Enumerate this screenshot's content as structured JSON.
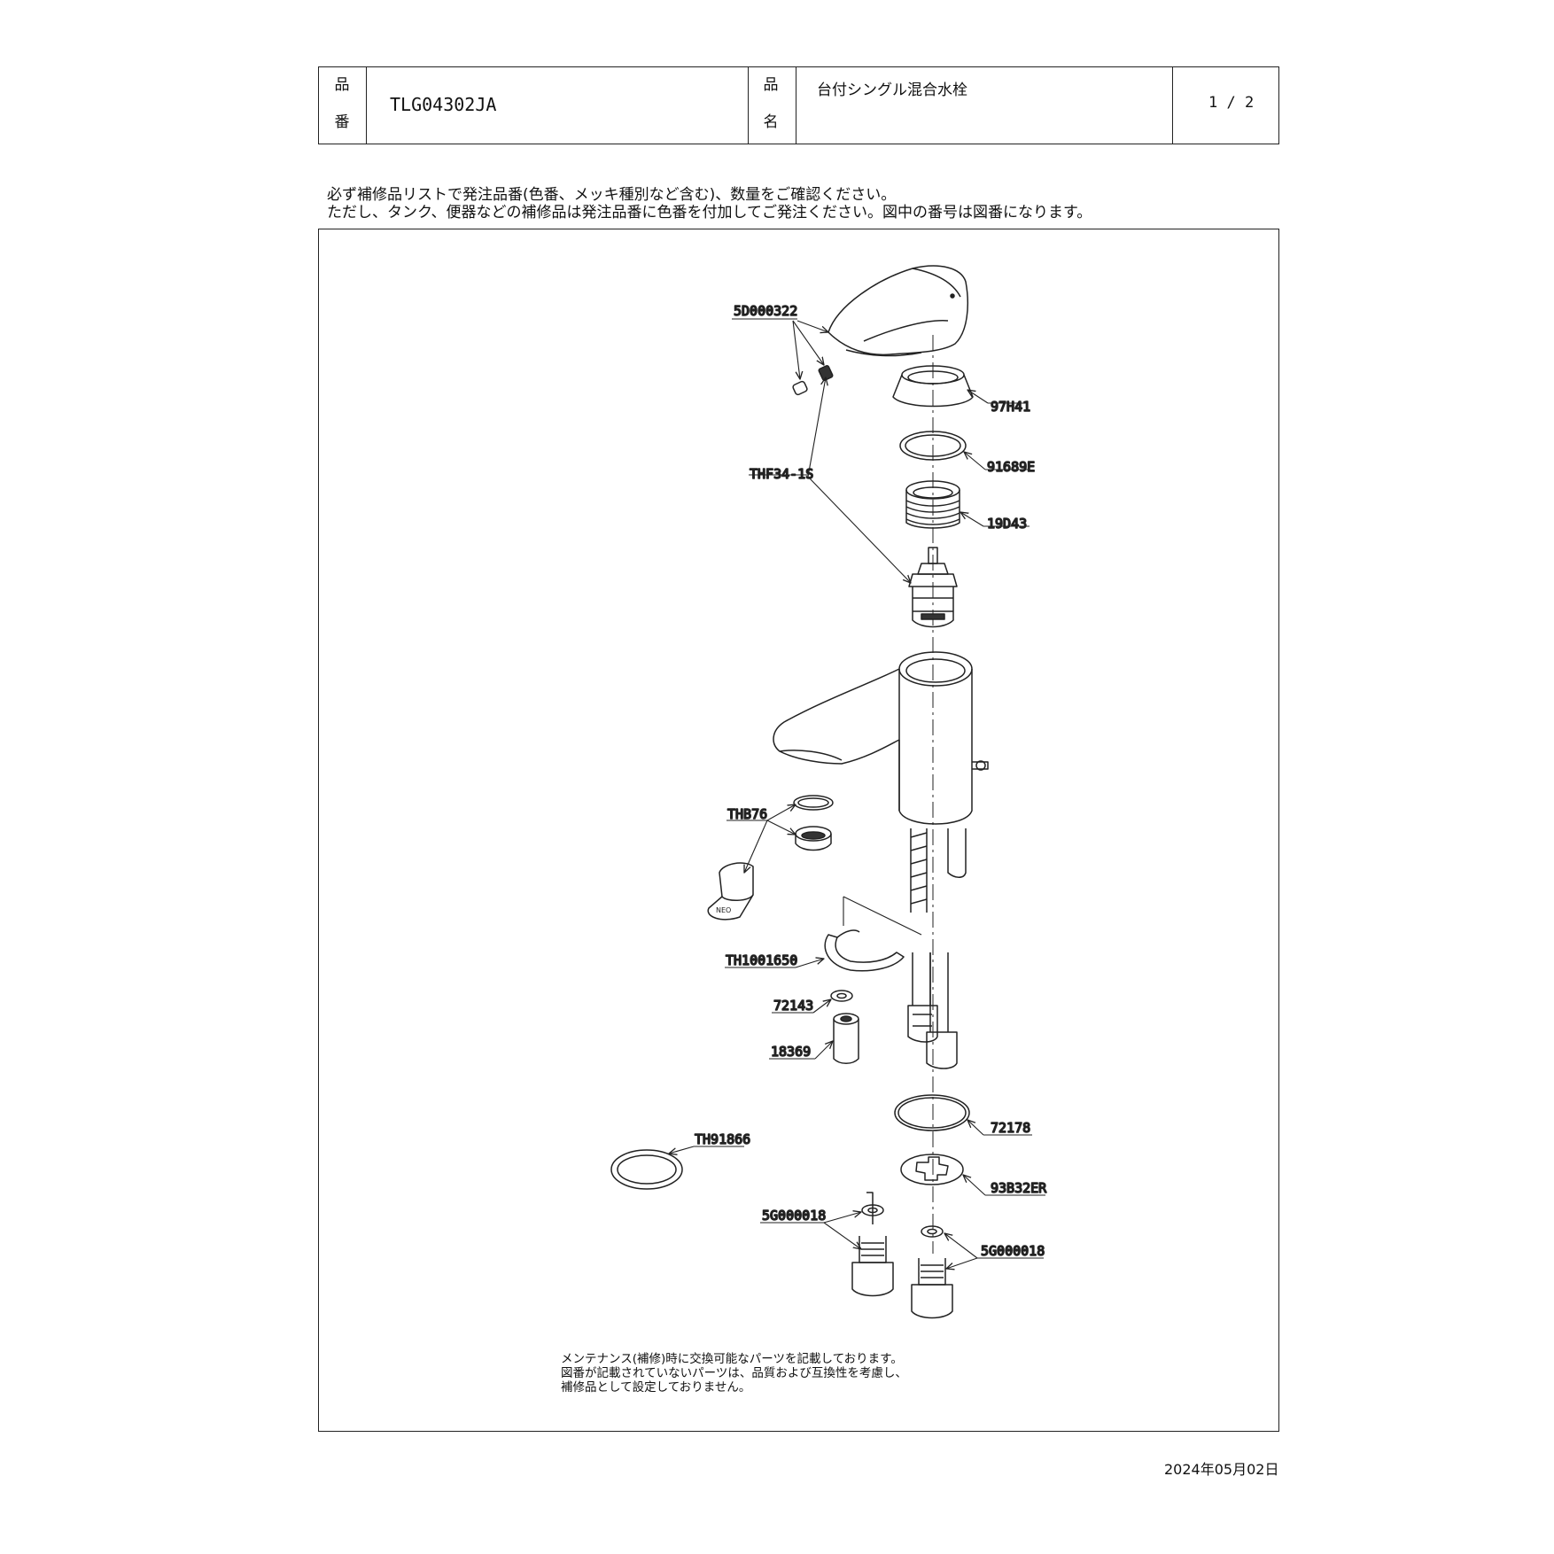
{
  "header": {
    "part_no_label": [
      "品",
      "番"
    ],
    "part_no": "TLG04302JA",
    "name_label": [
      "品",
      "名"
    ],
    "product_name": "台付シングル混合水栓",
    "page": "1 / 2"
  },
  "notice": {
    "line1": "必ず補修品リストで発注品番(色番、メッキ種別など含む)、数量をご確認ください。",
    "line2": "ただし、タンク、便器などの補修品は発注品番に色番を付加してご発注ください。図中の番号は図番になります。"
  },
  "parts": {
    "handle_screw": "5D000322",
    "cap_nut": "97H41",
    "o_ring": "91689E",
    "retaining_nut": "19D43",
    "cartridge": "THF34-1S",
    "aerator": "THB76",
    "bracket": "TH1001650",
    "washer": "72143",
    "stud_nut": "18369",
    "gasket_ring": "TH91866",
    "base_gasket": "72178",
    "fixing_plate": "93B32ER",
    "adapter_left": "5G000018",
    "adapter_right": "5G000018"
  },
  "footnote": {
    "line1": "メンテナンス(補修)時に交換可能なパーツを記載しております。",
    "line2": "図番が記載されていないパーツは、品質および互換性を考慮し、",
    "line3": "補修品として設定しておりません。"
  },
  "date": "2024年05月02日"
}
